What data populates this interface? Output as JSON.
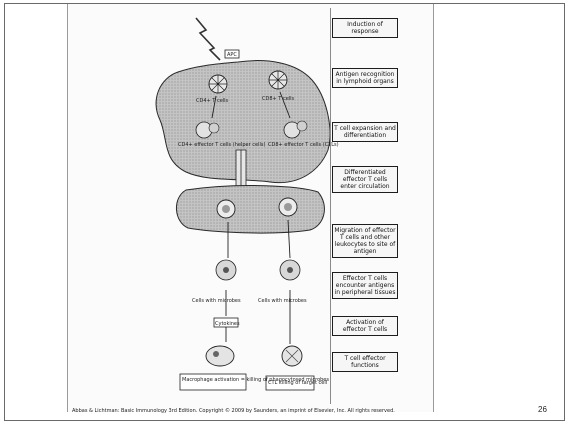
{
  "diagram": {
    "steps": [
      "Induction of response",
      "Antigen recognition in lymphoid organs",
      "T cell expansion and differentiation",
      "Differentiated effector T cells enter circulation",
      "Migration of effector T cells and other leukocytes to site of antigen",
      "Effector T cells encounter antigens in peripheral tissues",
      "Activation of effector T cells",
      "T cell effector functions"
    ],
    "node_labels": {
      "apc": "APC",
      "cd4": "CD4+ T cells",
      "cd8": "CD8+ T cells",
      "cd4_effector": "CD4+ effector T cells (helper cells)",
      "cd8_effector": "CD8+ effector T cells (CTLs)",
      "cell_microbe_left": "Cells with microbes",
      "cell_microbe_right": "Cells with microbes",
      "cytokines": "Cytokines",
      "macrophage_outcome": "Macrophage activation = killing of phagocytosed microbes",
      "ctl_outcome": "CTL killing of target cell"
    },
    "footer": "Abbas & Lichtman: Basic Immunology 3rd Edition. Copyright © 2009 by Saunders, an imprint of Elsevier, Inc. All rights reserved.",
    "page_number": "26"
  },
  "colors": {
    "lymph_fill": "#bdbdbd",
    "outline": "#2a2a2a",
    "panel": "#fbfbfb"
  }
}
